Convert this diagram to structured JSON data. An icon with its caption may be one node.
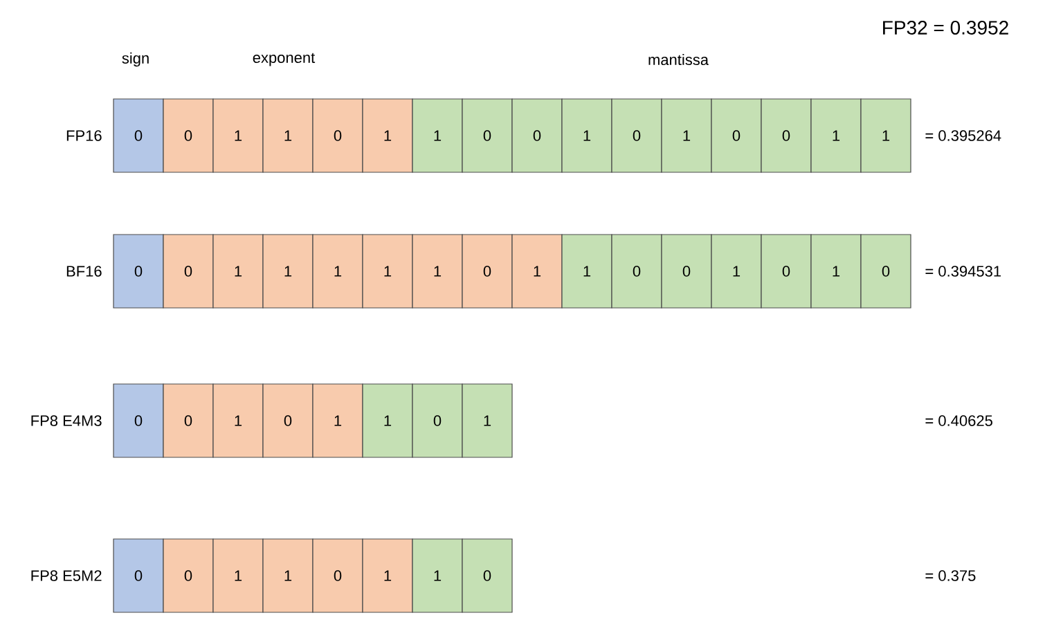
{
  "diagram": {
    "nodes": [
      {
        "text": [
          "0"
        ]
      },
      {
        "text": [
          "0"
        ]
      },
      {
        "text": [
          "1"
        ]
      },
      {
        "text": [
          "1"
        ]
      },
      {
        "text": [
          "0"
        ]
      },
      {
        "text": [
          "1"
        ]
      },
      {
        "text": [
          "1"
        ]
      },
      {
        "text": [
          "0"
        ]
      },
      {
        "text": [
          "0"
        ]
      },
      {
        "text": [
          "1"
        ]
      },
      {
        "text": [
          "0"
        ]
      },
      {
        "text": [
          "1"
        ]
      },
      {
        "text": [
          "0"
        ]
      },
      {
        "text": [
          "0"
        ]
      },
      {
        "text": [
          "1"
        ]
      },
      {
        "text": [
          "1"
        ]
      },
      {
        "text": [
          "0"
        ]
      },
      {
        "text": [
          "0"
        ]
      },
      {
        "text": [
          "1"
        ]
      },
      {
        "text": [
          "1"
        ]
      },
      {
        "text": [
          "1"
        ]
      },
      {
        "text": [
          "1"
        ]
      },
      {
        "text": [
          "1"
        ]
      },
      {
        "text": [
          "0"
        ]
      },
      {
        "text": [
          "1"
        ]
      },
      {
        "text": [
          "1"
        ]
      },
      {
        "text": [
          "0"
        ]
      },
      {
        "text": [
          "0"
        ]
      },
      {
        "text": [
          "1"
        ]
      },
      {
        "text": [
          "0"
        ]
      },
      {
        "text": [
          "1"
        ]
      },
      {
        "text": [
          "0"
        ]
      },
      {
        "text": [
          "0"
        ]
      },
      {
        "text": [
          "0"
        ]
      },
      {
        "text": [
          "1"
        ]
      },
      {
        "text": [
          "0"
        ]
      },
      {
        "text": [
          "1"
        ]
      },
      {
        "text": [
          "1"
        ]
      },
      {
        "text": [
          "0"
        ]
      },
      {
        "text": [
          "1"
        ]
      },
      {
        "text": [
          "0"
        ]
      },
      {
        "text": [
          "0"
        ]
      },
      {
        "text": [
          "1"
        ]
      },
      {
        "text": [
          "1"
        ]
      },
      {
        "text": [
          "0"
        ]
      },
      {
        "text": [
          "1"
        ]
      },
      {
        "text": [
          "1"
        ]
      },
      {
        "text": [
          "0"
        ]
      }
    ],
    "labels": [
      "FP32 = 0.3952",
      "sign",
      "exponent",
      "mantissa",
      "FP16",
      "= 0.395264",
      "BF16",
      "= 0.394531",
      "FP8 E4M3",
      "= 0.40625",
      "FP8 E5M2",
      "= 0.375"
    ]
  }
}
